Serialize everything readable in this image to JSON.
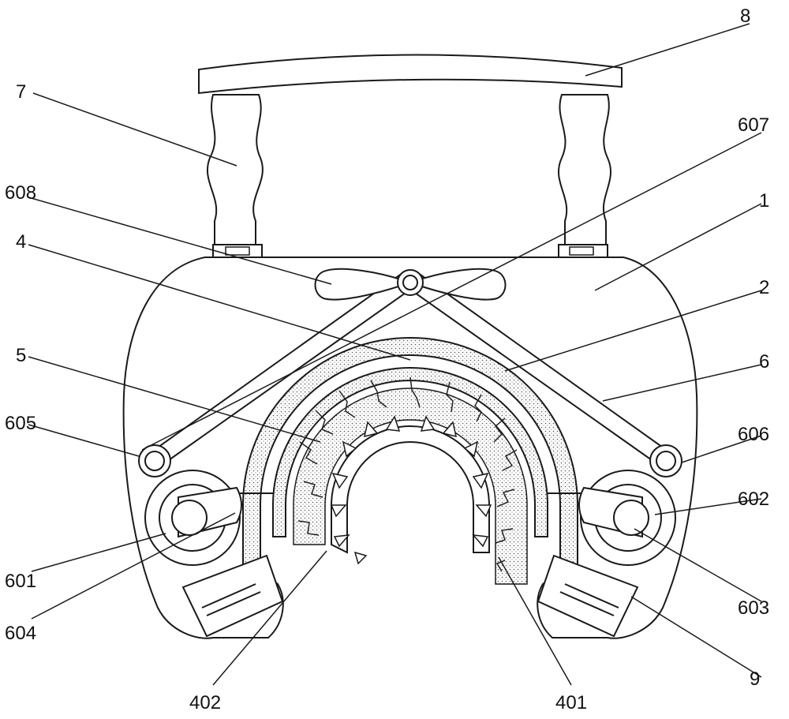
{
  "diagram": {
    "labels": {
      "l1": "1",
      "l2": "2",
      "l4": "4",
      "l5": "5",
      "l6": "6",
      "l7": "7",
      "l8": "8",
      "l9": "9",
      "l401": "401",
      "l402": "402",
      "l601": "601",
      "l602": "602",
      "l603": "603",
      "l604": "604",
      "l605": "605",
      "l606": "606",
      "l607": "607",
      "l608": "608"
    }
  }
}
